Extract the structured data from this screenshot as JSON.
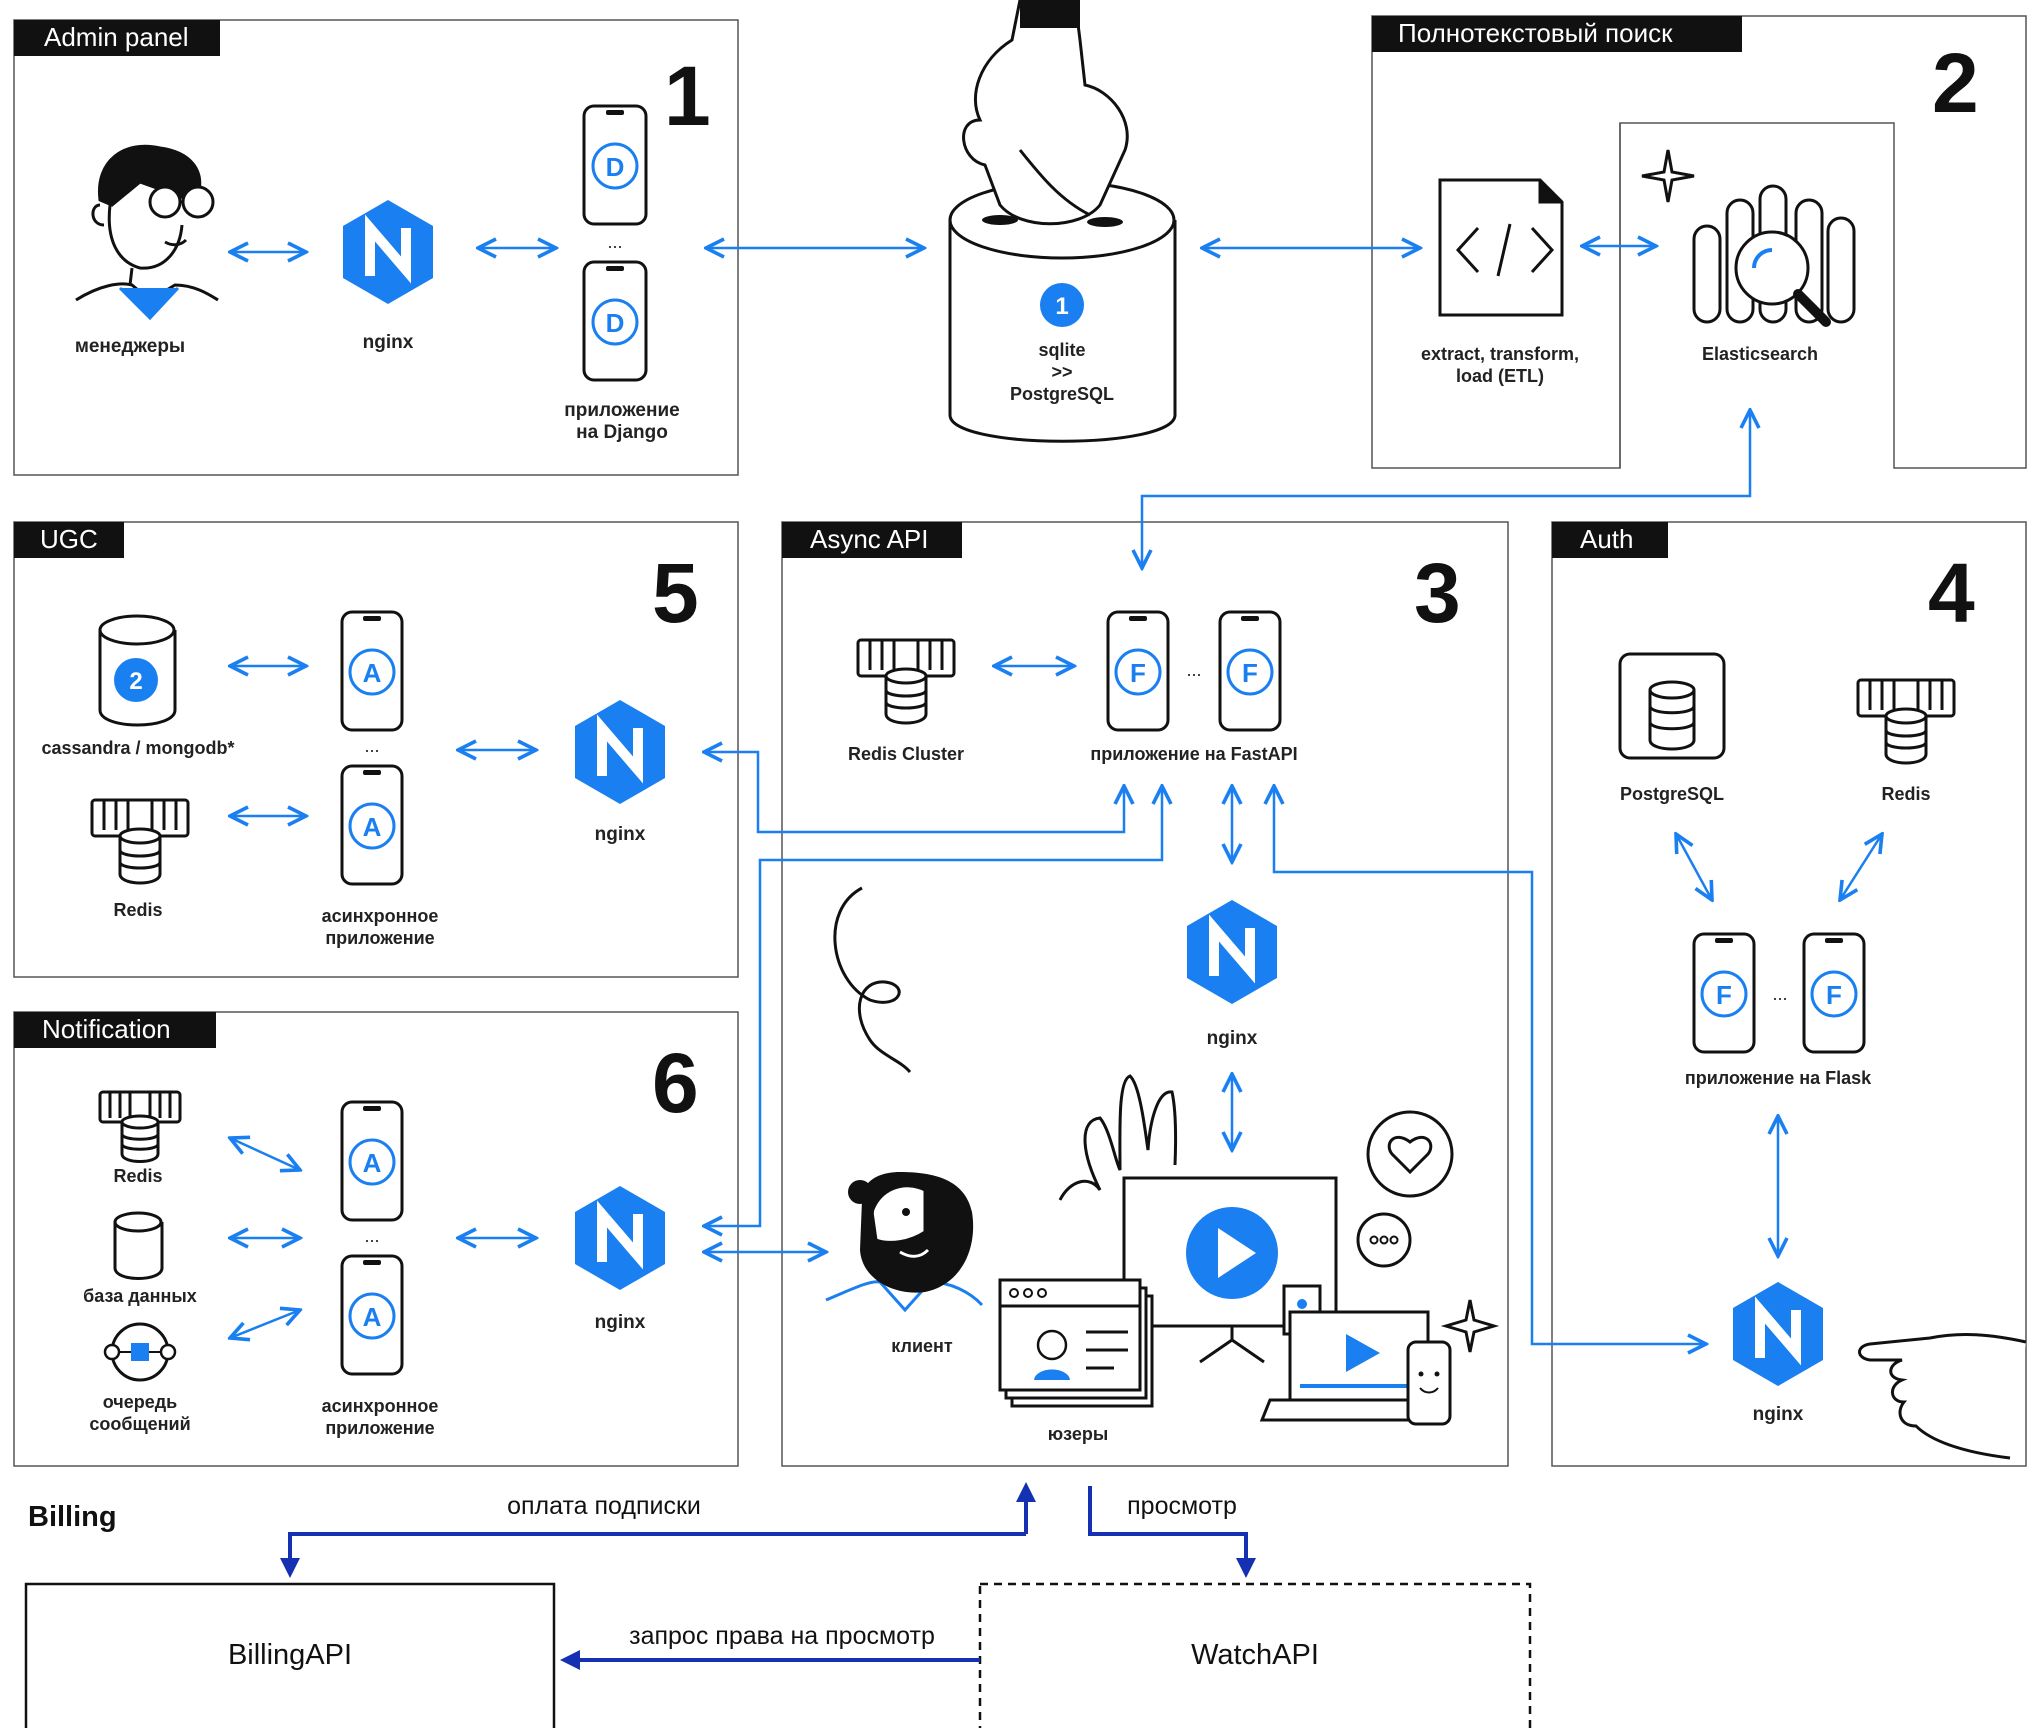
{
  "colors": {
    "accent": "#1a7ff0",
    "navy": "#1530b0",
    "ink": "#111111",
    "tag_bg": "#111111",
    "tag_fg": "#ffffff"
  },
  "panels": {
    "admin": {
      "title": "Admin panel",
      "number": "1"
    },
    "search": {
      "title": "Полнотекстовый поиск",
      "number": "2"
    },
    "async": {
      "title": "Async API",
      "number": "3"
    },
    "auth": {
      "title": "Auth",
      "number": "4"
    },
    "ugc": {
      "title": "UGC",
      "number": "5"
    },
    "notification": {
      "title": "Notification",
      "number": "6"
    }
  },
  "labels": {
    "managers": "менеджеры",
    "nginx": "nginx",
    "django_app_1": "приложение",
    "django_app_2": "на Django",
    "ellipsis": "...",
    "db_badge_1": "1",
    "db_1": "sqlite",
    "db_2": ">>",
    "db_3": "PostgreSQL",
    "etl_1": "extract, transform,",
    "etl_2": "load (ETL)",
    "elasticsearch": "Elasticsearch",
    "redis_cluster": "Redis Cluster",
    "fastapi_app": "приложение на FastAPI",
    "postgresql": "PostgreSQL",
    "redis": "Redis",
    "flask_app": "приложение на Flask",
    "db_badge_2": "2",
    "cassandra": "cassandra / mongodb*",
    "async_app_1": "асинхронное",
    "async_app_2": "приложение",
    "database": "база данных",
    "queue_1": "очередь",
    "queue_2": "сообщений",
    "client": "клиент",
    "users": "юзеры",
    "django_letter": "D",
    "async_letter": "A",
    "fastapi_letter": "F",
    "flask_letter": "F"
  },
  "billing": {
    "title": "Billing",
    "billing_api": "BillingAPI",
    "watch_api": "WatchAPI",
    "pay": "оплата подписки",
    "view": "просмотр",
    "request": "запрос права на просмотр"
  }
}
